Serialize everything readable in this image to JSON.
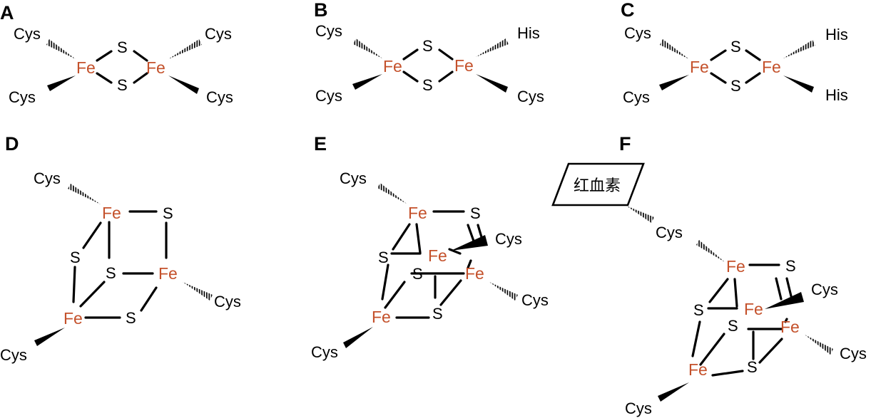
{
  "colors": {
    "iron": "#c4512b",
    "black": "#000000"
  },
  "panels": {
    "A": {
      "label": "A",
      "fe": "Fe",
      "s": "S",
      "ligands": [
        "Cys",
        "Cys",
        "Cys",
        "Cys"
      ]
    },
    "B": {
      "label": "B",
      "fe": "Fe",
      "s": "S",
      "ligands": [
        "Cys",
        "Cys",
        "His",
        "Cys"
      ]
    },
    "C": {
      "label": "C",
      "fe": "Fe",
      "s": "S",
      "ligands": [
        "Cys",
        "Cys",
        "His",
        "His"
      ]
    },
    "D": {
      "label": "D",
      "fe": "Fe",
      "s": "S",
      "ligands": [
        "Cys",
        "Cys",
        "Cys"
      ]
    },
    "E": {
      "label": "E",
      "fe": "Fe",
      "s": "S",
      "ligands": [
        "Cys",
        "Cys",
        "Cys",
        "Cys"
      ]
    },
    "F": {
      "label": "F",
      "fe": "Fe",
      "s": "S",
      "ligands": [
        "Cys",
        "Cys",
        "Cys",
        "Cys"
      ],
      "heme": "红血素"
    }
  }
}
